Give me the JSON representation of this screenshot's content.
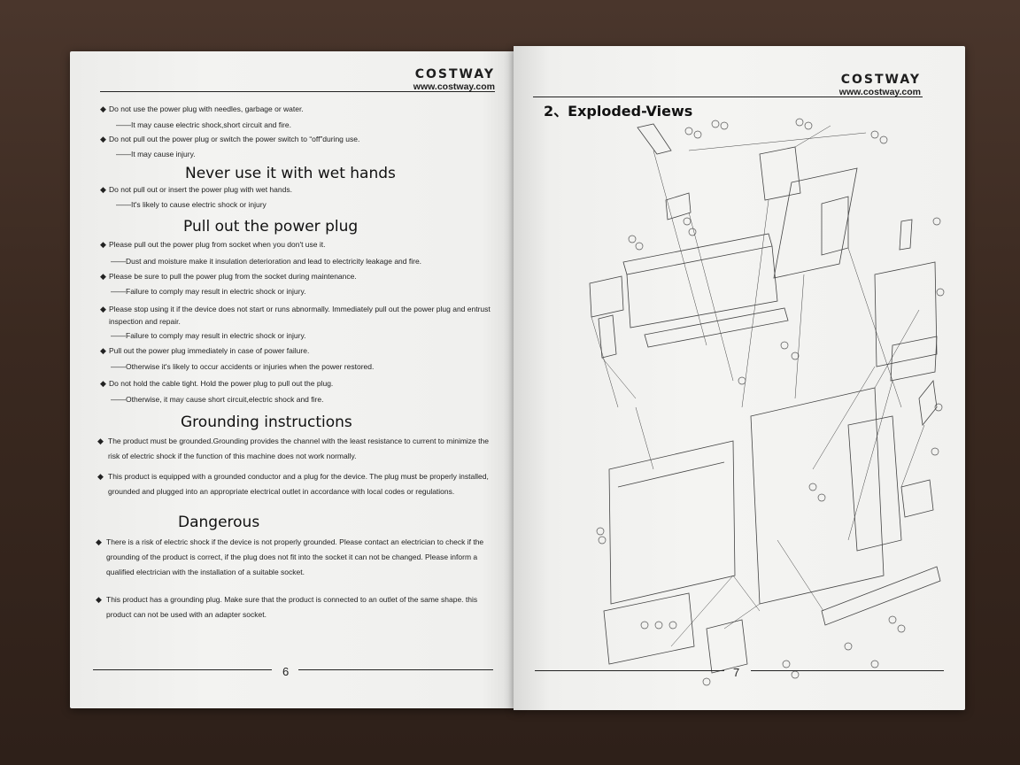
{
  "left": {
    "brand": {
      "name": "COSTWAY",
      "url": "www.costway.com"
    },
    "intro": [
      {
        "bullet": "Do not use the power plug with needles, garbage or water.",
        "sub": "——It may cause electric shock,short circuit and fire."
      },
      {
        "bullet": "Do not pull out the power plug or switch the power switch to “off”during use.",
        "sub": "——It may cause injury."
      }
    ],
    "sections": {
      "wet": {
        "heading": "Never use it with wet hands",
        "items": [
          {
            "bullet": "Do not pull out or insert the power plug with wet hands.",
            "sub": "——It's likely to cause electric shock or injury"
          }
        ]
      },
      "pull": {
        "heading": "Pull out the power plug",
        "items": [
          {
            "bullet": "Please pull out the power plug from socket when you don't use it.",
            "sub": "——Dust and moisture make it insulation deterioration and lead to electricity leakage and fire."
          },
          {
            "bullet": "Please be sure to pull the power plug from the socket during maintenance.",
            "sub": "——Failure to comply may result in electric shock or injury."
          },
          {
            "bullet": "Please stop using it if the device does not start or runs abnormally. Immediately pull out the power plug and entrust",
            "bullet2": "inspection and repair.",
            "sub": "——Failure to comply may result in electric shock or injury."
          },
          {
            "bullet": "Pull out the power plug immediately in case of power failure.",
            "sub": "——Otherwise it's likely to occur accidents or injuries when the power restored."
          },
          {
            "bullet": "Do not hold the cable tight. Hold the power plug to pull out the plug.",
            "sub": "——Otherwise, it may cause short circuit,electric shock and fire."
          }
        ]
      },
      "ground": {
        "heading": "Grounding instructions",
        "paras": [
          "The product must be grounded.Grounding provides the channel with the least resistance to current to minimize the risk of electric shock if the function of this machine does not work normally.",
          "This product is equipped with a grounded conductor and a plug for the device. The plug must be properly installed, grounded and plugged into an appropriate electrical outlet in accordance with local codes or regulations."
        ]
      },
      "danger": {
        "heading": "Dangerous",
        "paras": [
          "There is a risk of electric shock if the device is not properly grounded. Please contact an electrician to check if the grounding of the product is correct, if the plug does not fit into the socket it can not be changed. Please inform a qualified electrician with the installation of a suitable socket.",
          "This product has a grounding plug. Make sure that the product is connected to an outlet of the same shape. this product can not be used with an adapter socket."
        ]
      }
    },
    "page_number": "6"
  },
  "right": {
    "brand": {
      "name": "COSTWAY",
      "url": "www.costway.com"
    },
    "title": "2、Exploded-Views",
    "page_number": "7"
  }
}
